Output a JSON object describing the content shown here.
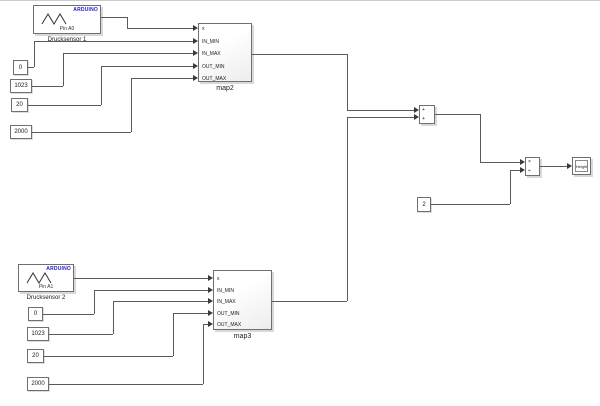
{
  "canvas": {
    "background": "#ffffff",
    "wire_color": "#5a5a5a",
    "arduino_blue": "#2020c8"
  },
  "sensor1": {
    "brand": "ARDUINO",
    "pin": "Pin A0",
    "caption": "Drucksensor 1"
  },
  "sensor2": {
    "brand": "ARDUINO",
    "pin": "Pin A1",
    "caption": "Drucksensor 2"
  },
  "map2": {
    "name": "map2",
    "ports": [
      "x",
      "IN_MIN",
      "IN_MAX",
      "OUT_MIN",
      "OUT_MAX"
    ]
  },
  "map3": {
    "name": "map3",
    "ports": [
      "x",
      "IN_MIN",
      "IN_MAX",
      "OUT_MIN",
      "OUT_MAX"
    ]
  },
  "constants": {
    "top": [
      "0",
      "1023",
      "20",
      "2000"
    ],
    "bottom": [
      "0",
      "1023",
      "20",
      "2000"
    ],
    "divisor": "2"
  },
  "add_block": {
    "sign_top": "+",
    "sign_bottom": "+"
  },
  "divide_block": {
    "sign_top": "×",
    "sign_bottom": "÷"
  },
  "display": {
    "label": "Height"
  }
}
